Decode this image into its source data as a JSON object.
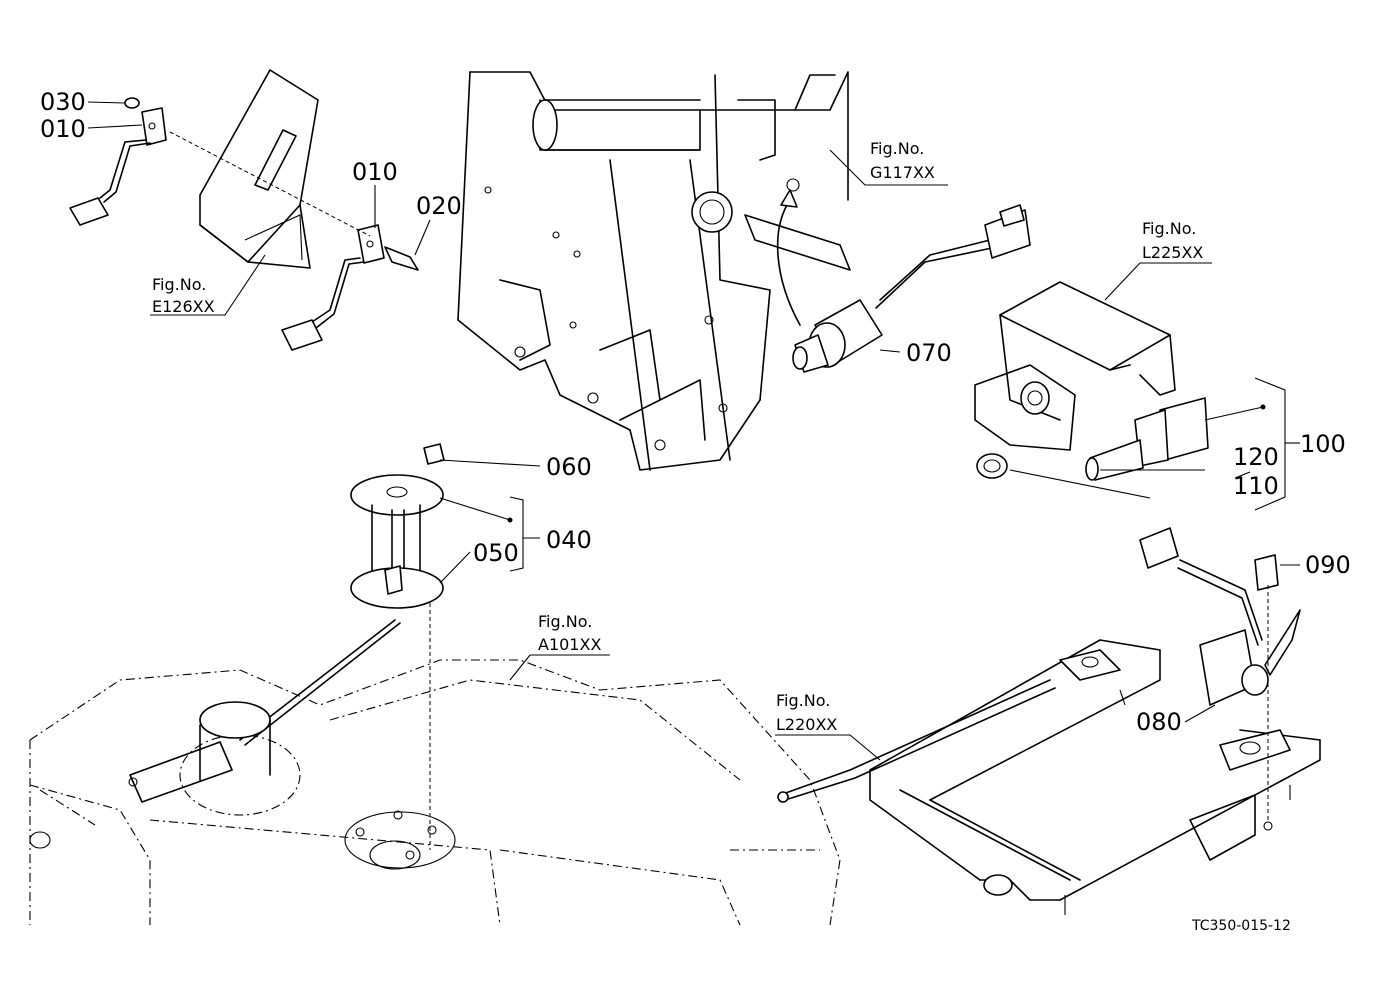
{
  "parts": {
    "p030": "030",
    "p010a": "010",
    "p010b": "010",
    "p020": "020",
    "p070": "070",
    "p060": "060",
    "p040": "040",
    "p050": "050",
    "p100": "100",
    "p120": "120",
    "p110": "110",
    "p090": "090",
    "p080": "080"
  },
  "figrefs": [
    {
      "title": "Fig.No.",
      "code": "E126XX"
    },
    {
      "title": "Fig.No.",
      "code": "G117XX"
    },
    {
      "title": "Fig.No.",
      "code": "L225XX"
    },
    {
      "title": "Fig.No.",
      "code": "A101XX"
    },
    {
      "title": "Fig.No.",
      "code": "L220XX"
    }
  ],
  "drawing_code": "TC350-015-12"
}
